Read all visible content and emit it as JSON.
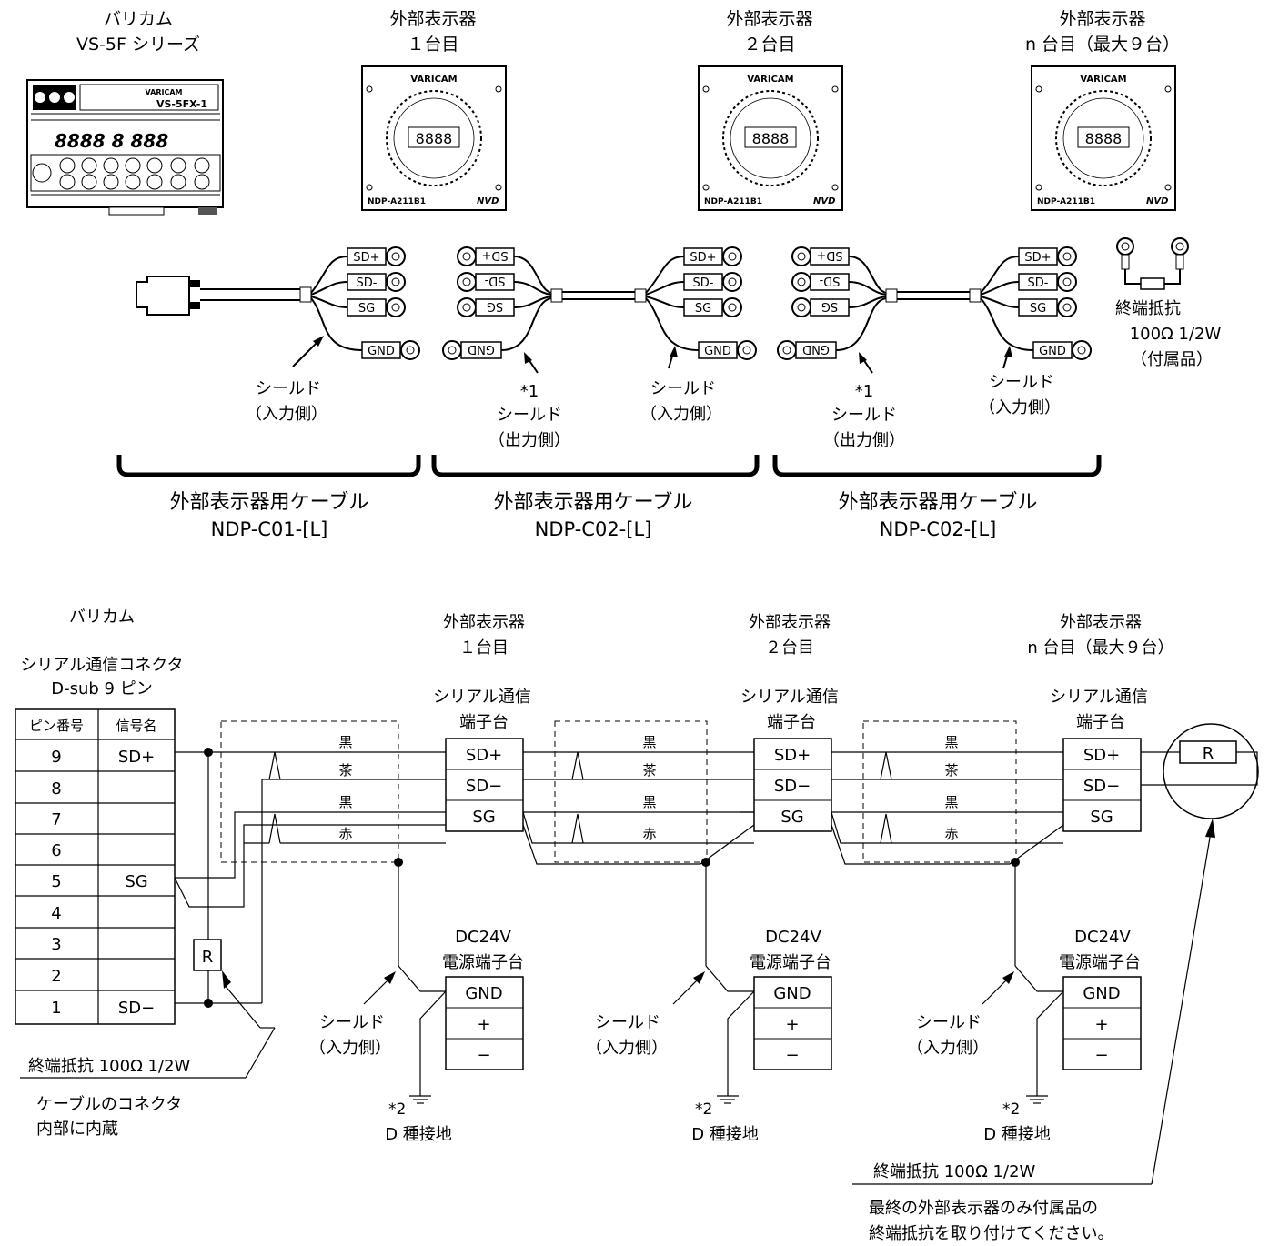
{
  "top": {
    "controller_name": "バリカム",
    "controller_series": "VS-5F シリーズ",
    "displays": [
      {
        "title": "外部表示器",
        "sub": "１台目"
      },
      {
        "title": "外部表示器",
        "sub": "２台目"
      },
      {
        "title": "外部表示器",
        "sub": "n 台目（最大９台）"
      }
    ],
    "controller_panel": {
      "brand": "VARICAM",
      "model": "VS-5FX-1",
      "digits": "8888 8  888"
    },
    "display_panel": {
      "brand": "VARICAM",
      "model": "NDP-A211B1",
      "digits": "8888",
      "logo": "NVD"
    },
    "terminals_in": [
      "SD+",
      "SD-",
      "SG",
      "GND"
    ],
    "terminals_out_mirrored": [
      "SD+",
      "SD-",
      "SG",
      "GND"
    ],
    "shield_in": [
      "シールド",
      "（入力側）"
    ],
    "shield_out": [
      "*1",
      "シールド",
      "（出力側）"
    ],
    "resistor_labels": [
      "終端抵抗",
      "100Ω  1/2W",
      "（付属品）"
    ],
    "cables": [
      {
        "name": "外部表示器用ケーブル",
        "model": "NDP-C01-[L]"
      },
      {
        "name": "外部表示器用ケーブル",
        "model": "NDP-C02-[L]"
      },
      {
        "name": "外部表示器用ケーブル",
        "model": "NDP-C02-[L]"
      }
    ]
  },
  "bottom": {
    "controller_title": "バリカム",
    "connector_title": "シリアル通信コネクタ",
    "connector_sub": "D-sub 9 ピン",
    "pin_table": {
      "headers": [
        "ピン番号",
        "信号名"
      ],
      "rows": [
        [
          "9",
          "SD+"
        ],
        [
          "8",
          ""
        ],
        [
          "7",
          ""
        ],
        [
          "6",
          ""
        ],
        [
          "5",
          "SG"
        ],
        [
          "4",
          ""
        ],
        [
          "3",
          ""
        ],
        [
          "2",
          ""
        ],
        [
          "1",
          "SD−"
        ]
      ]
    },
    "resistor_symbol": "R",
    "wire_colors": [
      "黒",
      "茶",
      "黒",
      "赤"
    ],
    "displays": [
      {
        "title": "外部表示器",
        "sub": "１台目"
      },
      {
        "title": "外部表示器",
        "sub": "２台目"
      },
      {
        "title": "外部表示器",
        "sub": "n 台目（最大９台）"
      }
    ],
    "serial_block_title": [
      "シリアル通信",
      "端子台"
    ],
    "serial_terms": [
      "SD+",
      "SD−",
      "SG"
    ],
    "power_block_title": [
      "DC24V",
      "電源端子台"
    ],
    "power_terms": [
      "GND",
      "+",
      "−"
    ],
    "shield_label": [
      "シールド",
      "（入力側）"
    ],
    "ground_note": "*2",
    "ground_label": "D 種接地",
    "left_resistor_note": "終端抵抗  100Ω  1/2W",
    "left_resistor_sub": [
      "ケーブルのコネクタ",
      "内部に内蔵"
    ],
    "right_resistor_note": "終端抵抗  100Ω  1/2W",
    "right_resistor_sub": [
      "最終の外部表示器のみ付属品の",
      "終端抵抗を取り付けてください。"
    ]
  }
}
